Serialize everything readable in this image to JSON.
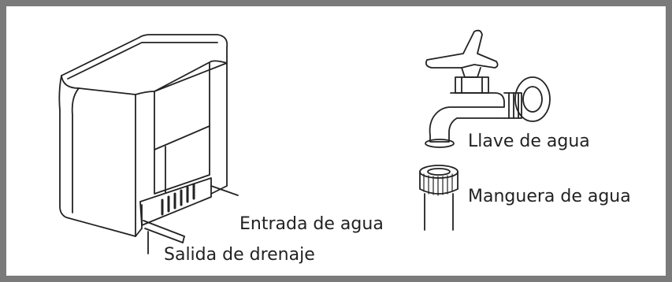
{
  "labels": {
    "water_inlet": "Entrada de agua",
    "drain_outlet": "Salida de drenaje",
    "water_faucet": "Llave de agua",
    "water_hose": "Manguera de agua"
  },
  "colors": {
    "frame": "#7a7a7a",
    "line": "#222222",
    "background": "#ffffff"
  }
}
